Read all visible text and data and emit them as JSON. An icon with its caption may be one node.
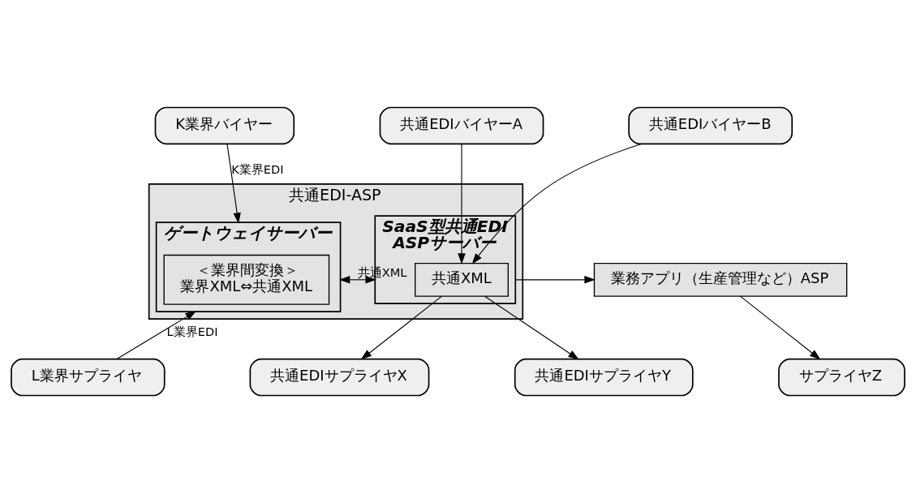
{
  "diagram": {
    "nodes": [
      {
        "text": [
          "K業界バイヤー"
        ]
      },
      {
        "text": [
          "共通EDIバイヤーA"
        ]
      },
      {
        "text": [
          "共通EDIバイヤーB"
        ]
      },
      {
        "text": [
          "共通EDI-ASP"
        ]
      },
      {
        "text": [
          "ゲートウェイサーバー"
        ],
        "in": 3
      },
      {
        "text": [
          "＜業界間変換＞",
          "業界XML⇔共通XML"
        ],
        "in": 4
      },
      {
        "text": [
          "SaaS型共通EDI ASPサーバー"
        ],
        "in": 3
      },
      {
        "text": [
          "共通XML"
        ],
        "in": 6
      },
      {
        "text": [
          "業務アプリ（生産管理など）ASP"
        ]
      },
      {
        "text": [
          "L業界サプライヤ"
        ]
      },
      {
        "text": [
          "共通EDIサプライヤX"
        ]
      },
      {
        "text": [
          "共通EDIサプライヤY"
        ]
      },
      {
        "text": [
          "サプライヤZ"
        ]
      }
    ],
    "edges": [
      {
        "from": 0,
        "to": 4,
        "arrow": "to",
        "label": "K業界EDI"
      },
      {
        "from": 1,
        "to": 7,
        "arrow": "to"
      },
      {
        "from": 2,
        "to": 7,
        "arrow": "to"
      },
      {
        "from": 9,
        "to": 4,
        "arrow": "to",
        "label": "L業界EDI"
      },
      {
        "from": 4,
        "to": 6,
        "arrow": "both",
        "label": "共通XML"
      },
      {
        "from": 6,
        "to": 8,
        "arrow": "to"
      },
      {
        "from": 7,
        "to": 10,
        "arrow": "to"
      },
      {
        "from": 7,
        "to": 11,
        "arrow": "to"
      },
      {
        "from": 8,
        "to": 12,
        "arrow": "to"
      }
    ]
  }
}
